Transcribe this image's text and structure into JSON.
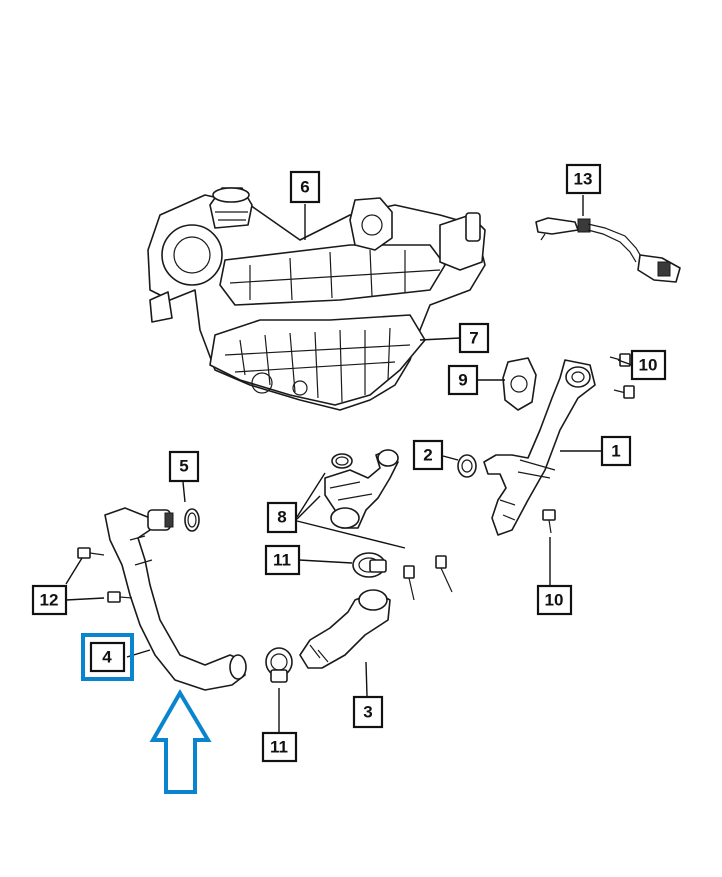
{
  "diagram": {
    "highlight_color": "#0a84ce",
    "line_color": "#111111",
    "background": "#ffffff",
    "callouts": {
      "c1": "1",
      "c2": "2",
      "c3": "3",
      "c4": "4",
      "c5": "5",
      "c6": "6",
      "c7": "7",
      "c8": "8",
      "c9": "9",
      "c10a": "10",
      "c10b": "10",
      "c11a": "11",
      "c11b": "11",
      "c12": "12",
      "c13": "13"
    },
    "highlighted_callout": "4",
    "indicator_icon": "up-arrow-outline"
  }
}
